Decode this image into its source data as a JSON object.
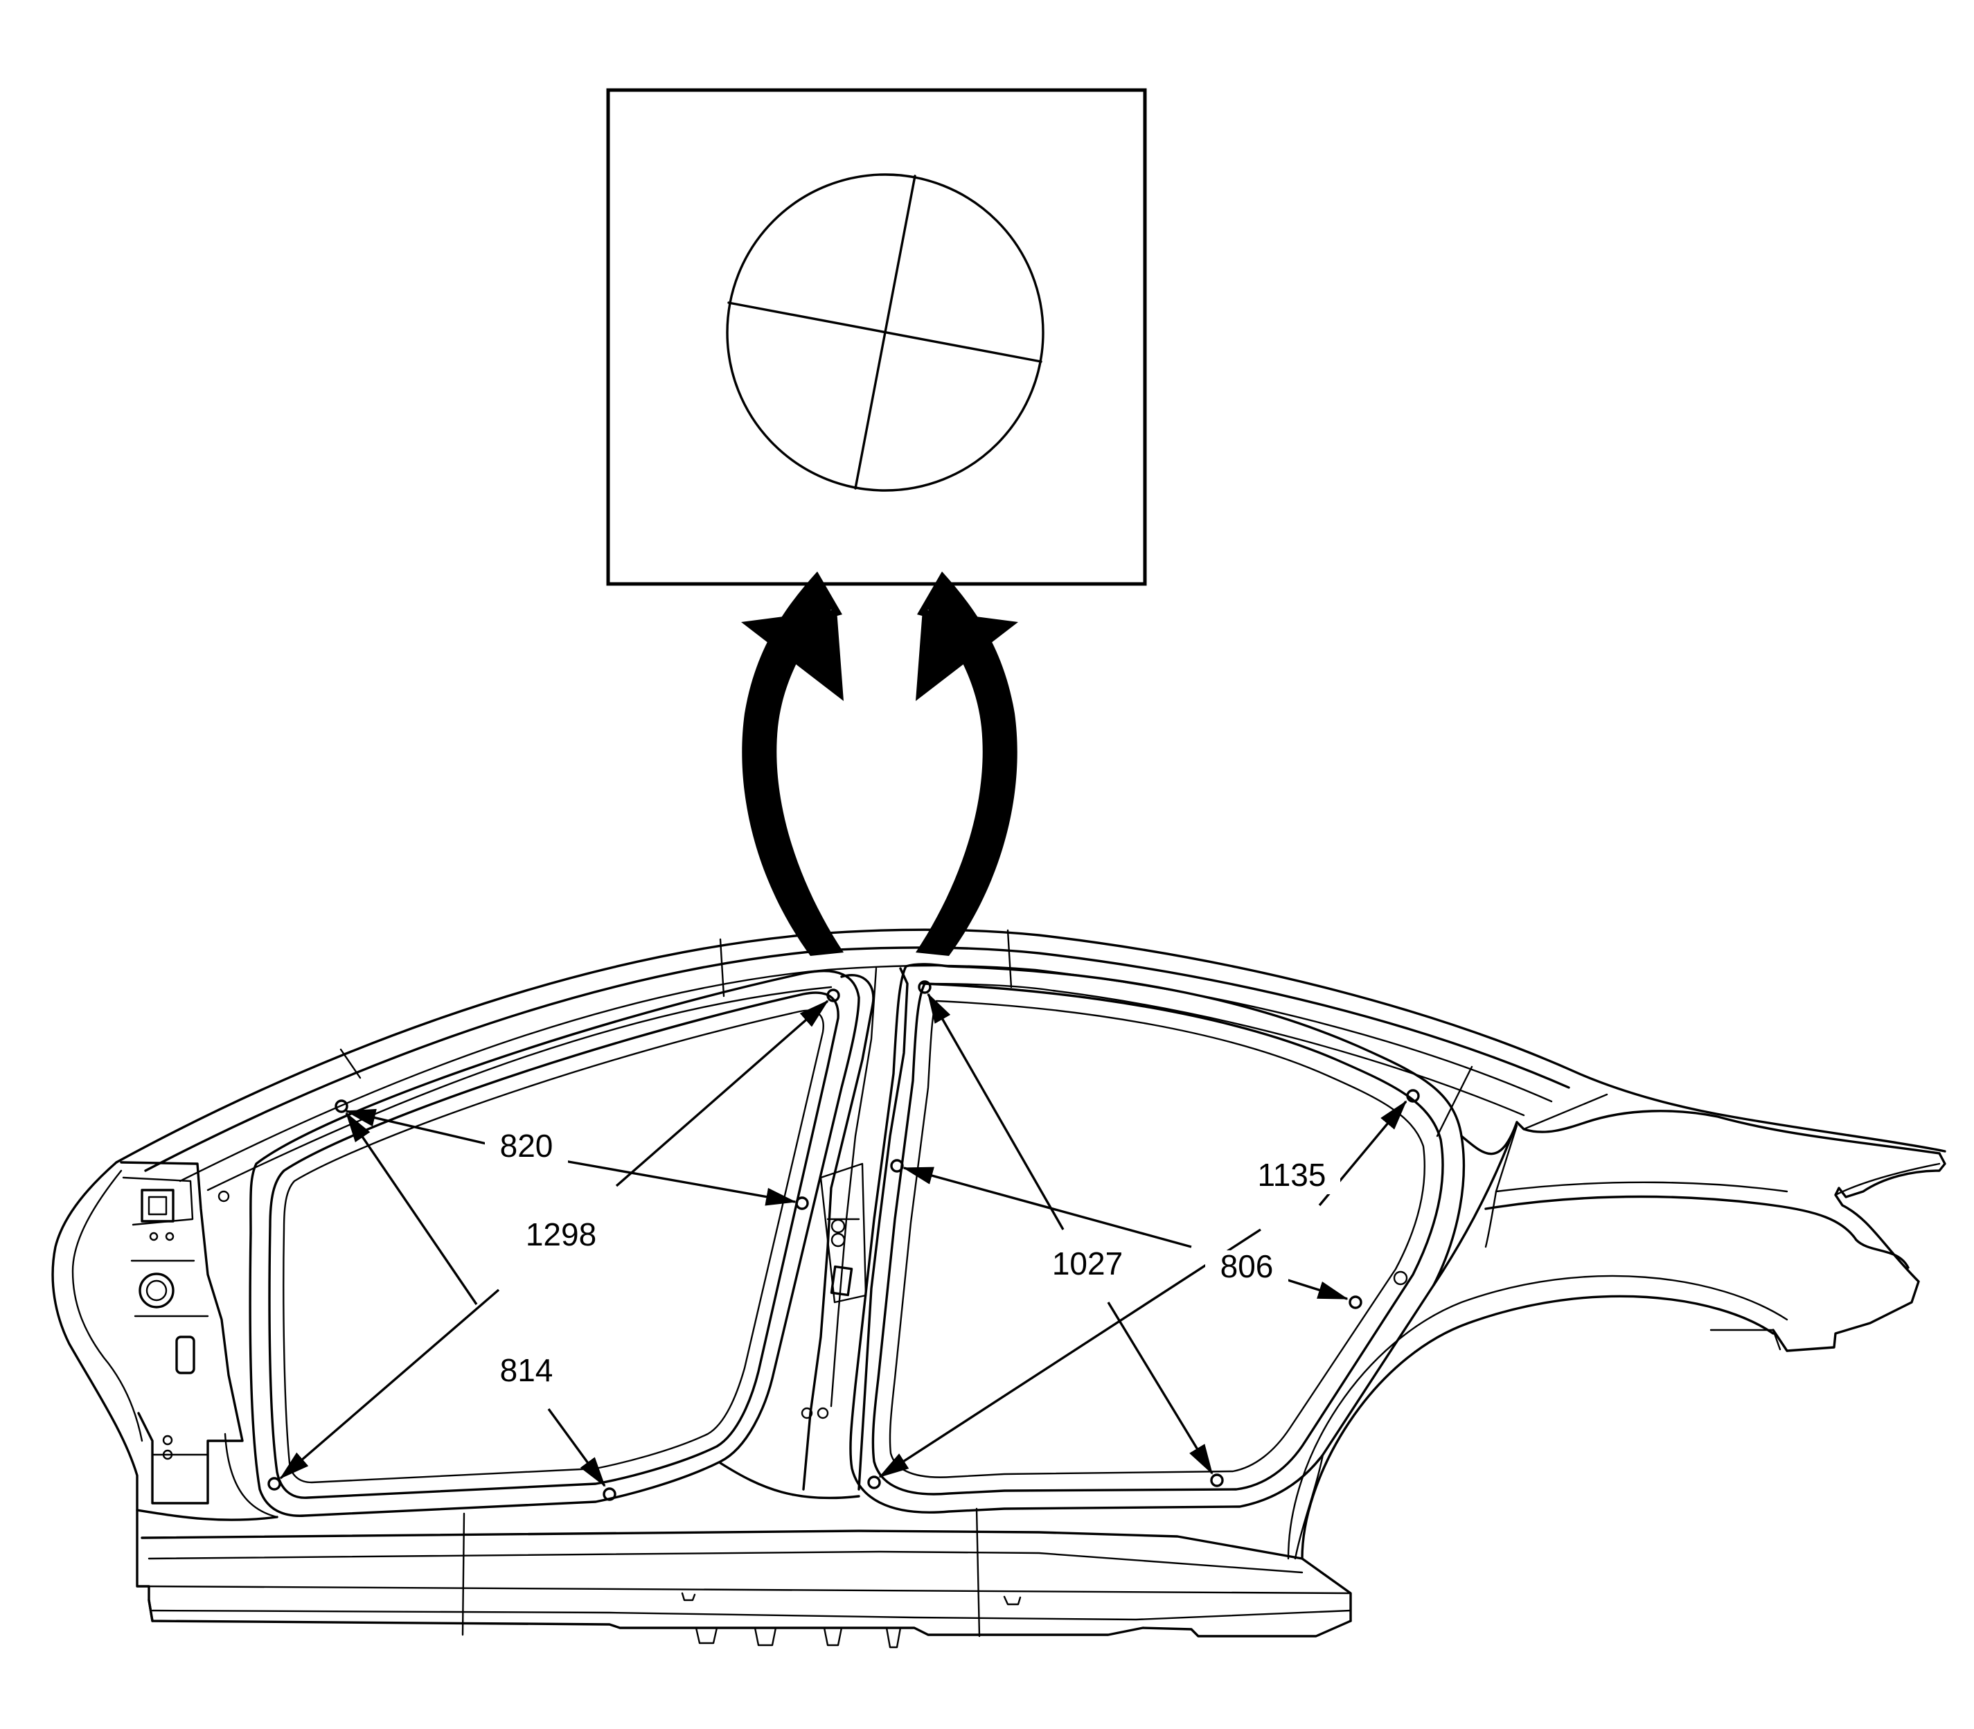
{
  "colors": {
    "stroke": "#000000",
    "background": "#ffffff"
  },
  "detail_view": {
    "symbol": "crosshair-circle-symbol"
  },
  "dimensions": {
    "front_opening_width": "820",
    "front_opening_diagonal": "1298",
    "front_opening_height": "814",
    "rear_opening_diagonal_up": "1135",
    "rear_opening_diagonal_down": "1027",
    "rear_opening_width": "806"
  }
}
